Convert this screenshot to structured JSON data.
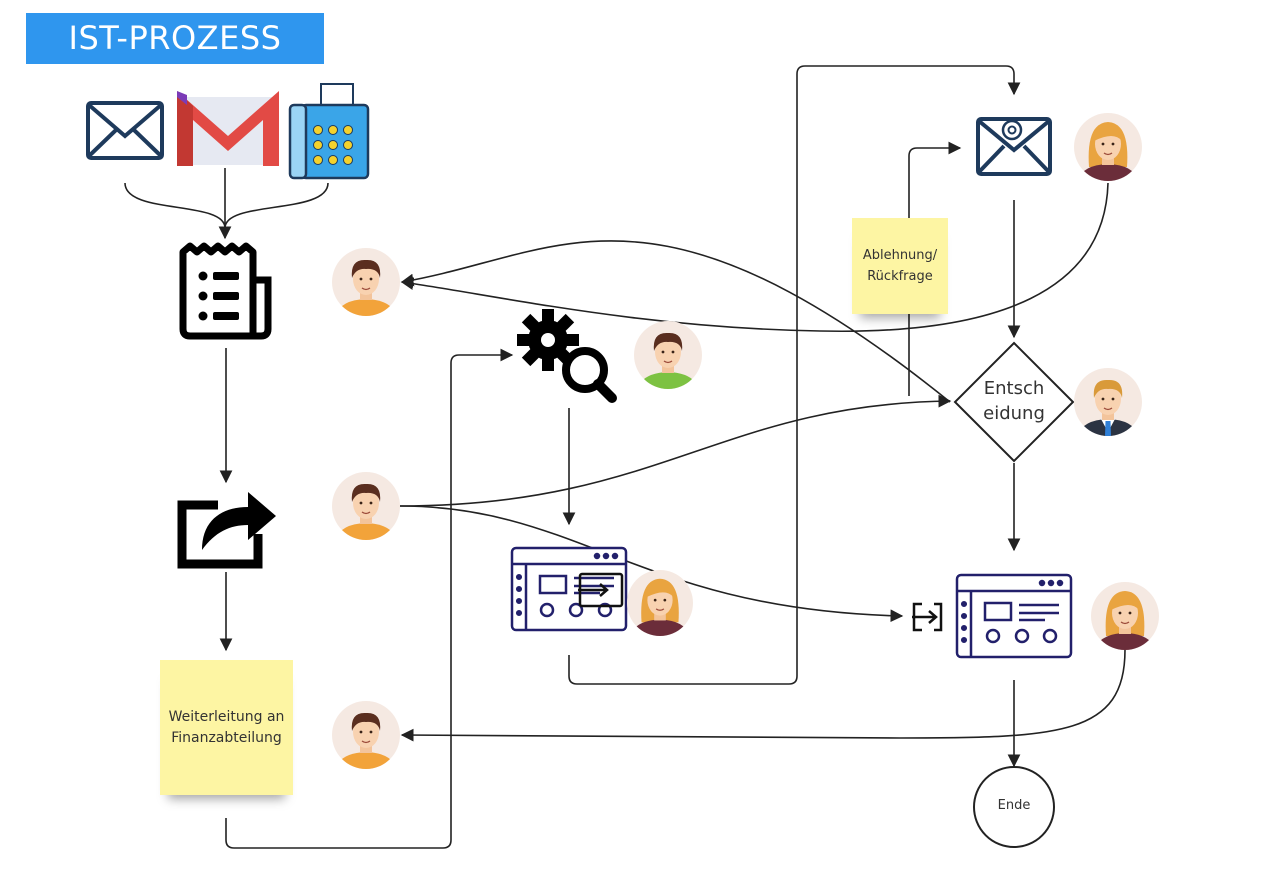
{
  "title": "IST-PROZESS",
  "notes": {
    "forwarding_line1": "Weiterleitung an",
    "forwarding_line2": "Finanzabteilung",
    "rejection_line1": "Ablehnung/",
    "rejection_line2": "Rückfrage"
  },
  "decision": {
    "line1": "Entsch",
    "line2": "eidung"
  },
  "end": {
    "label": "Ende"
  },
  "colors": {
    "title_bg": "#2f96ee",
    "sticky": "#fdf5a3",
    "navy": "#1e3a5c",
    "screen": "#22206b",
    "gmail_red": "#e24a45",
    "fax_blue": "#3aa5e8",
    "connector": "#222222"
  },
  "icons": [
    "mail-envelope-icon",
    "gmail-icon",
    "fax-machine-icon",
    "receipt-list-icon",
    "share-forward-icon",
    "gear-search-icon",
    "email-at-icon",
    "dashboard-screen-icon",
    "dashboard-import-icon",
    "male-avatar",
    "female-avatar",
    "suit-avatar"
  ]
}
